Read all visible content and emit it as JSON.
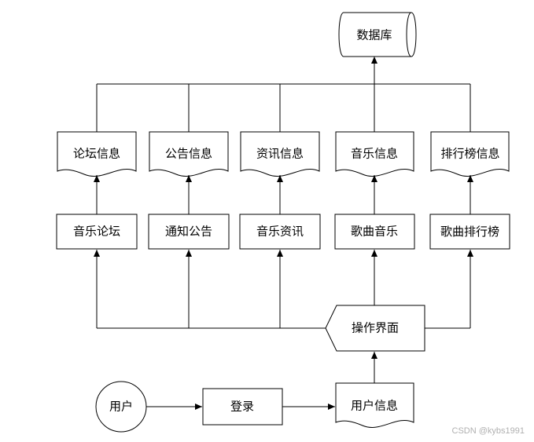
{
  "diagram": {
    "database": "数据库",
    "documents": [
      "论坛信息",
      "公告信息",
      "资讯信息",
      "音乐信息",
      "排行榜信息"
    ],
    "modules": [
      "音乐论坛",
      "通知公告",
      "音乐资讯",
      "歌曲音乐",
      "歌曲排行榜"
    ],
    "interface": "操作界面",
    "user": "用户",
    "login": "登录",
    "user_info": "用户信息"
  },
  "watermark": "CSDN @kybs1991"
}
